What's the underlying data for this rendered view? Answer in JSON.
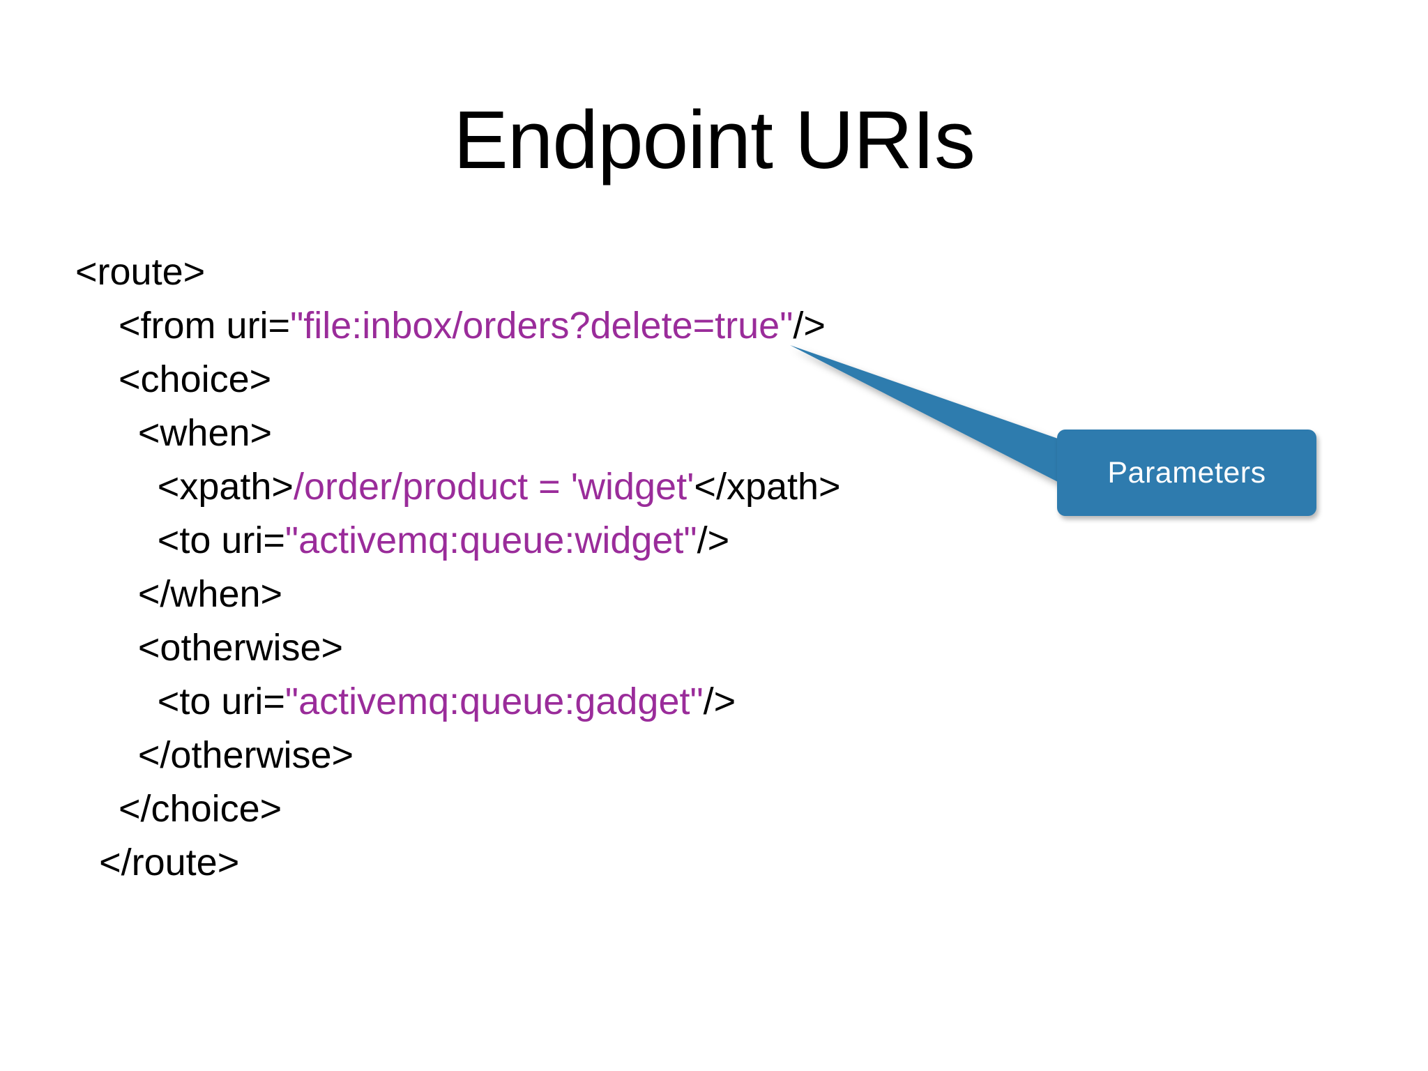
{
  "slide": {
    "title": "Endpoint URIs",
    "background_color": "#ffffff",
    "title_color": "#000000"
  },
  "code": {
    "language": "xml",
    "tag_color": "#000000",
    "value_color": "#9A2C9A",
    "lines": [
      {
        "indent": 0,
        "segments": [
          {
            "text": "<route>",
            "type": "tag"
          }
        ]
      },
      {
        "indent": 1,
        "segments": [
          {
            "text": "<from uri=",
            "type": "tag"
          },
          {
            "text": "\"file:inbox/orders?delete=true\"",
            "type": "value"
          },
          {
            "text": "/>",
            "type": "tag"
          }
        ]
      },
      {
        "indent": 1,
        "segments": [
          {
            "text": "<choice>",
            "type": "tag"
          }
        ]
      },
      {
        "indent": 1.45,
        "segments": [
          {
            "text": "<when>",
            "type": "tag"
          }
        ]
      },
      {
        "indent": 1.9,
        "segments": [
          {
            "text": "<xpath>",
            "type": "tag"
          },
          {
            "text": "/order/product = 'widget'",
            "type": "value"
          },
          {
            "text": "</xpath>",
            "type": "tag"
          }
        ]
      },
      {
        "indent": 1.9,
        "segments": [
          {
            "text": "<to uri=",
            "type": "tag"
          },
          {
            "text": "\"activemq:queue:widget\"",
            "type": "value"
          },
          {
            "text": "/>",
            "type": "tag"
          }
        ]
      },
      {
        "indent": 1.45,
        "segments": [
          {
            "text": "</when>",
            "type": "tag"
          }
        ]
      },
      {
        "indent": 1.45,
        "segments": [
          {
            "text": "<otherwise>",
            "type": "tag"
          }
        ]
      },
      {
        "indent": 1.9,
        "segments": [
          {
            "text": "<to uri=",
            "type": "tag"
          },
          {
            "text": "\"activemq:queue:gadget\"",
            "type": "value"
          },
          {
            "text": "/>",
            "type": "tag"
          }
        ]
      },
      {
        "indent": 1.45,
        "segments": [
          {
            "text": "</otherwise>",
            "type": "tag"
          }
        ]
      },
      {
        "indent": 1,
        "segments": [
          {
            "text": "</choice>",
            "type": "tag"
          }
        ]
      },
      {
        "indent": 0.55,
        "segments": [
          {
            "text": "</route>",
            "type": "tag"
          }
        ]
      }
    ]
  },
  "callout": {
    "label": "Parameters",
    "fill_color": "#2E7BAE",
    "text_color": "#FFFFFF",
    "pointer_target": "file:inbox/orders?delete=true"
  }
}
